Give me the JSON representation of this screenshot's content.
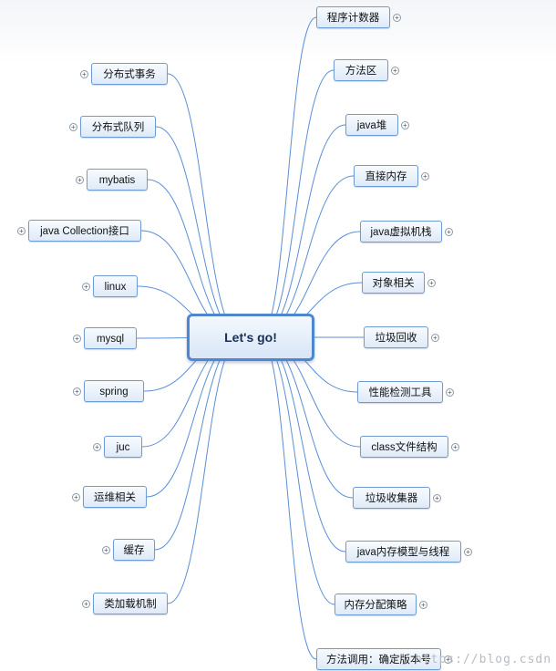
{
  "center": {
    "label": "Let's go!"
  },
  "left_nodes": [
    "分布式事务",
    "分布式队列",
    "mybatis",
    "java Collection接口",
    "linux",
    "mysql",
    "spring",
    "juc",
    "运维相关",
    "缓存",
    "类加载机制"
  ],
  "right_nodes": [
    "程序计数器",
    "方法区",
    "java堆",
    "直接内存",
    "java虚拟机栈",
    "对象相关",
    "垃圾回收",
    "性能检测工具",
    "class文件结构",
    "垃圾收集器",
    "java内存模型与线程",
    "内存分配策略",
    "方法调用：确定版本号"
  ],
  "expand_symbol": "+",
  "watermark": "https://blog.csdn",
  "colors": {
    "border": "#6f9ad4",
    "link": "#5b8fd6",
    "center_border": "#4f86d0"
  }
}
